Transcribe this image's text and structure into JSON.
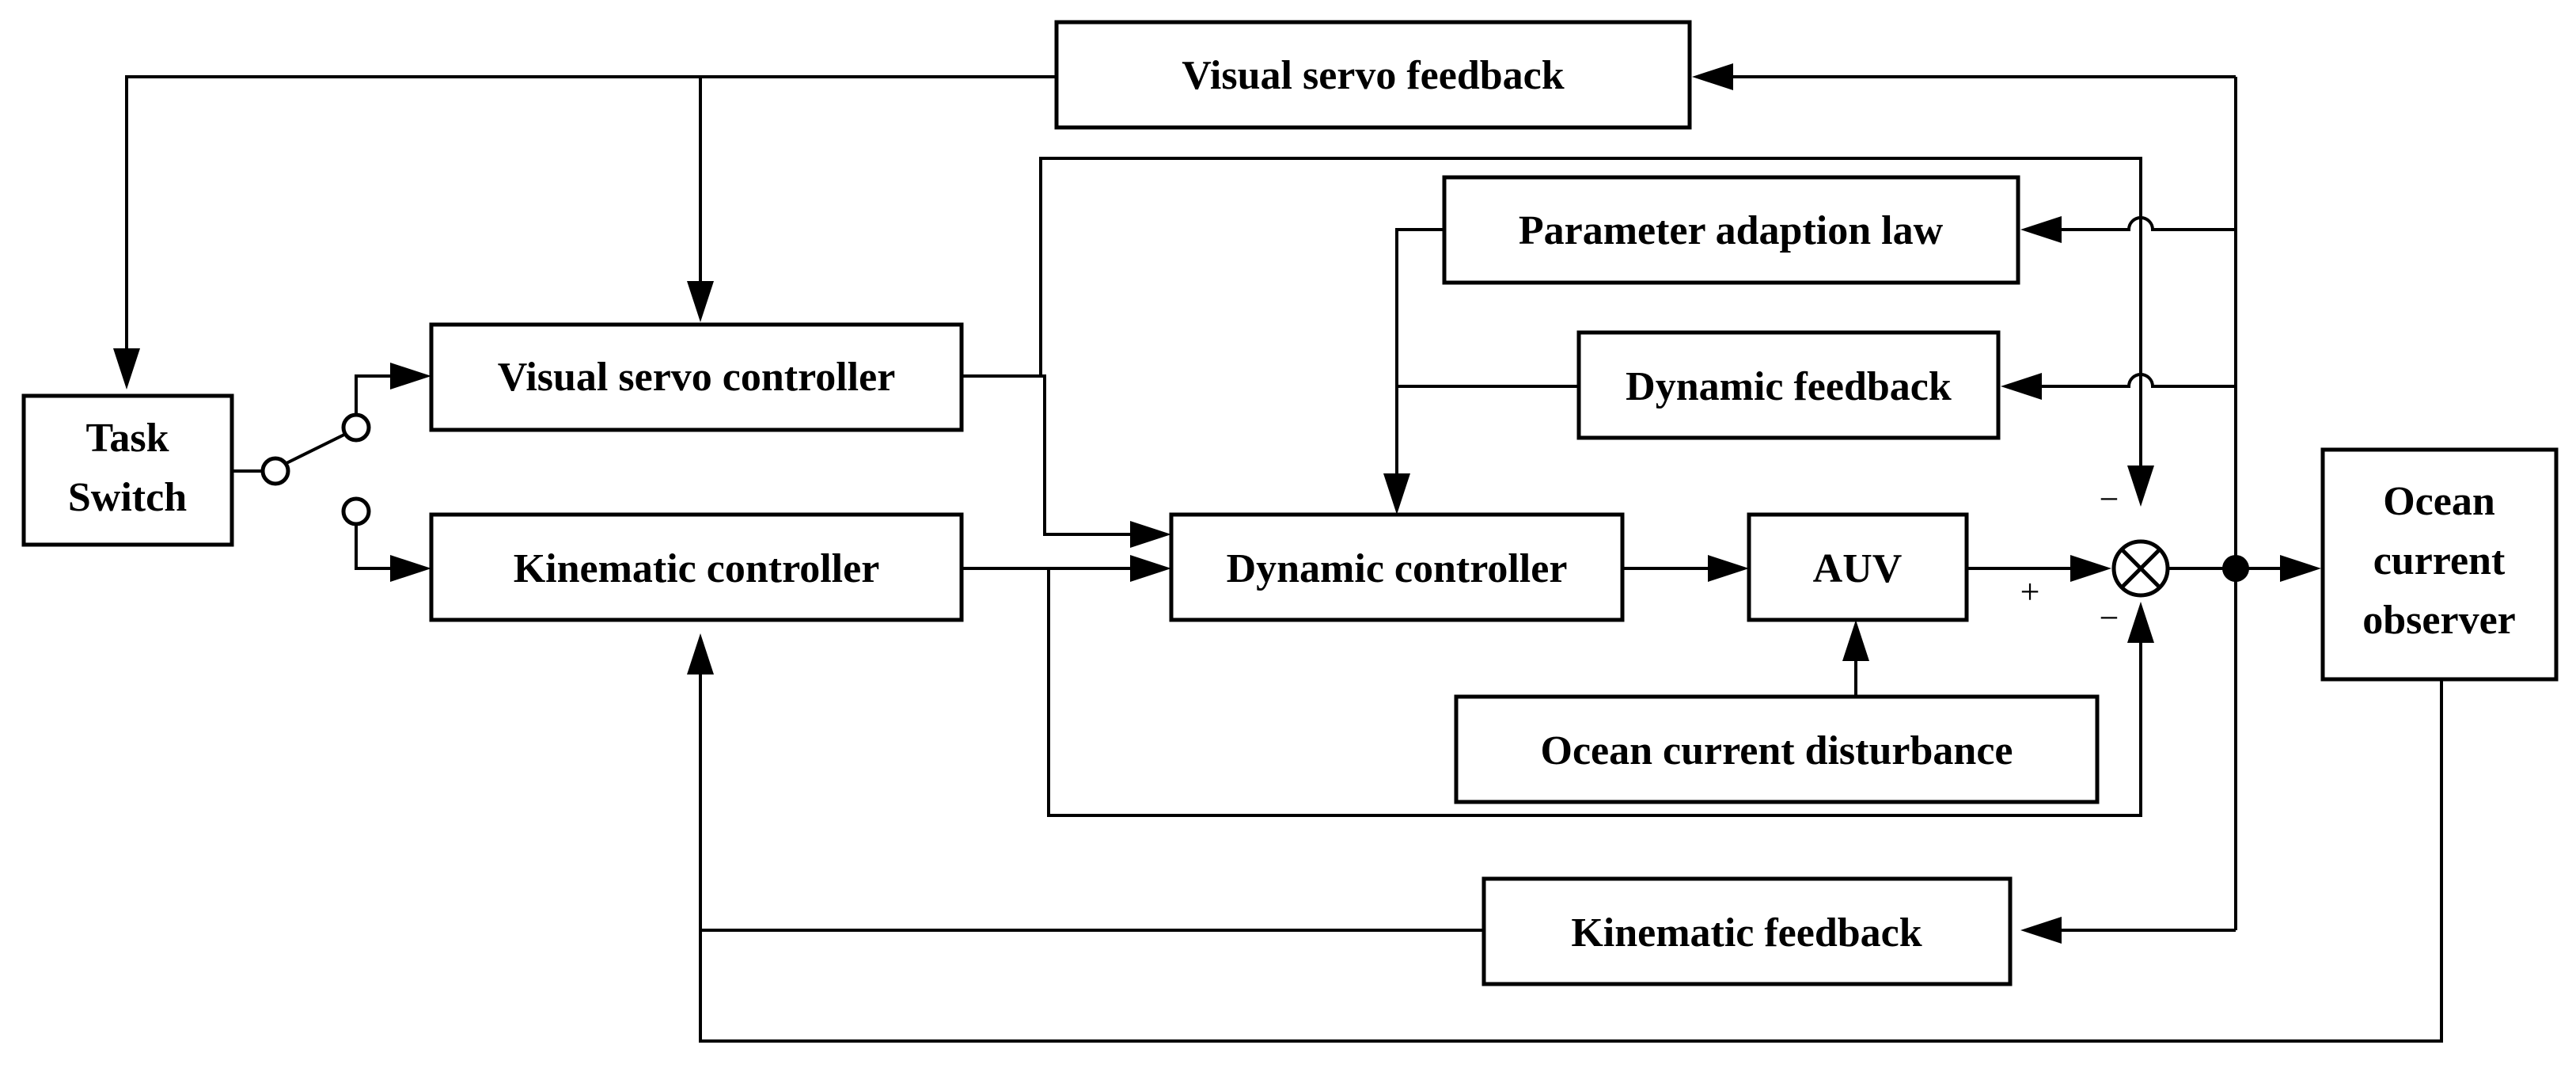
{
  "blocks": {
    "visual_servo_feedback": "Visual servo feedback",
    "parameter_adaption_law": "Parameter adaption law",
    "dynamic_feedback": "Dynamic feedback",
    "visual_servo_controller": "Visual servo controller",
    "kinematic_controller": "Kinematic controller",
    "dynamic_controller": "Dynamic controller",
    "auv": "AUV",
    "ocean_current_disturbance": "Ocean current disturbance",
    "kinematic_feedback": "Kinematic feedback",
    "task_switch_line1": "Task",
    "task_switch_line2": "Switch",
    "ocean_observer_line1": "Ocean",
    "ocean_observer_line2": "current",
    "ocean_observer_line3": "observer"
  },
  "summing_junction_signs": {
    "top": "−",
    "left": "+",
    "bottom": "−"
  }
}
